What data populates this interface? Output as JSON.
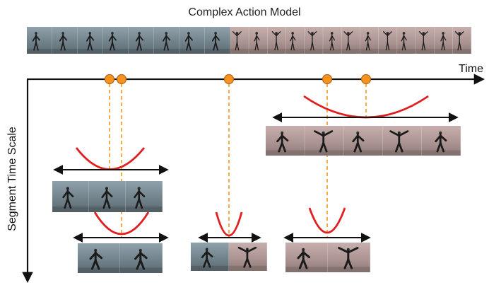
{
  "title": "Complex Action Model",
  "axes": {
    "x_label": "Time",
    "y_label": "Segment Time Scale"
  },
  "colors": {
    "axis": "#111111",
    "marker_fill": "#f7941d",
    "marker_stroke": "#c0392b",
    "dashed_line": "#f7941d",
    "curve": "#e02020",
    "range_arrow": "#111111",
    "frame_bg_gray": "#7f8c93",
    "frame_bg_pink": "#b8a0a0"
  },
  "filmstrip": {
    "frames_gray": 8,
    "frames_pink": 13
  },
  "segments": [
    {
      "id": "short-left-a",
      "frames": 3,
      "tone": "gray"
    },
    {
      "id": "short-left-b",
      "frames": 2,
      "tone": "gray"
    },
    {
      "id": "short-middle",
      "frames": 2,
      "tone": "mixed"
    },
    {
      "id": "short-right",
      "frames": 2,
      "tone": "pink"
    },
    {
      "id": "long-right",
      "frames": 5,
      "tone": "pink"
    }
  ]
}
